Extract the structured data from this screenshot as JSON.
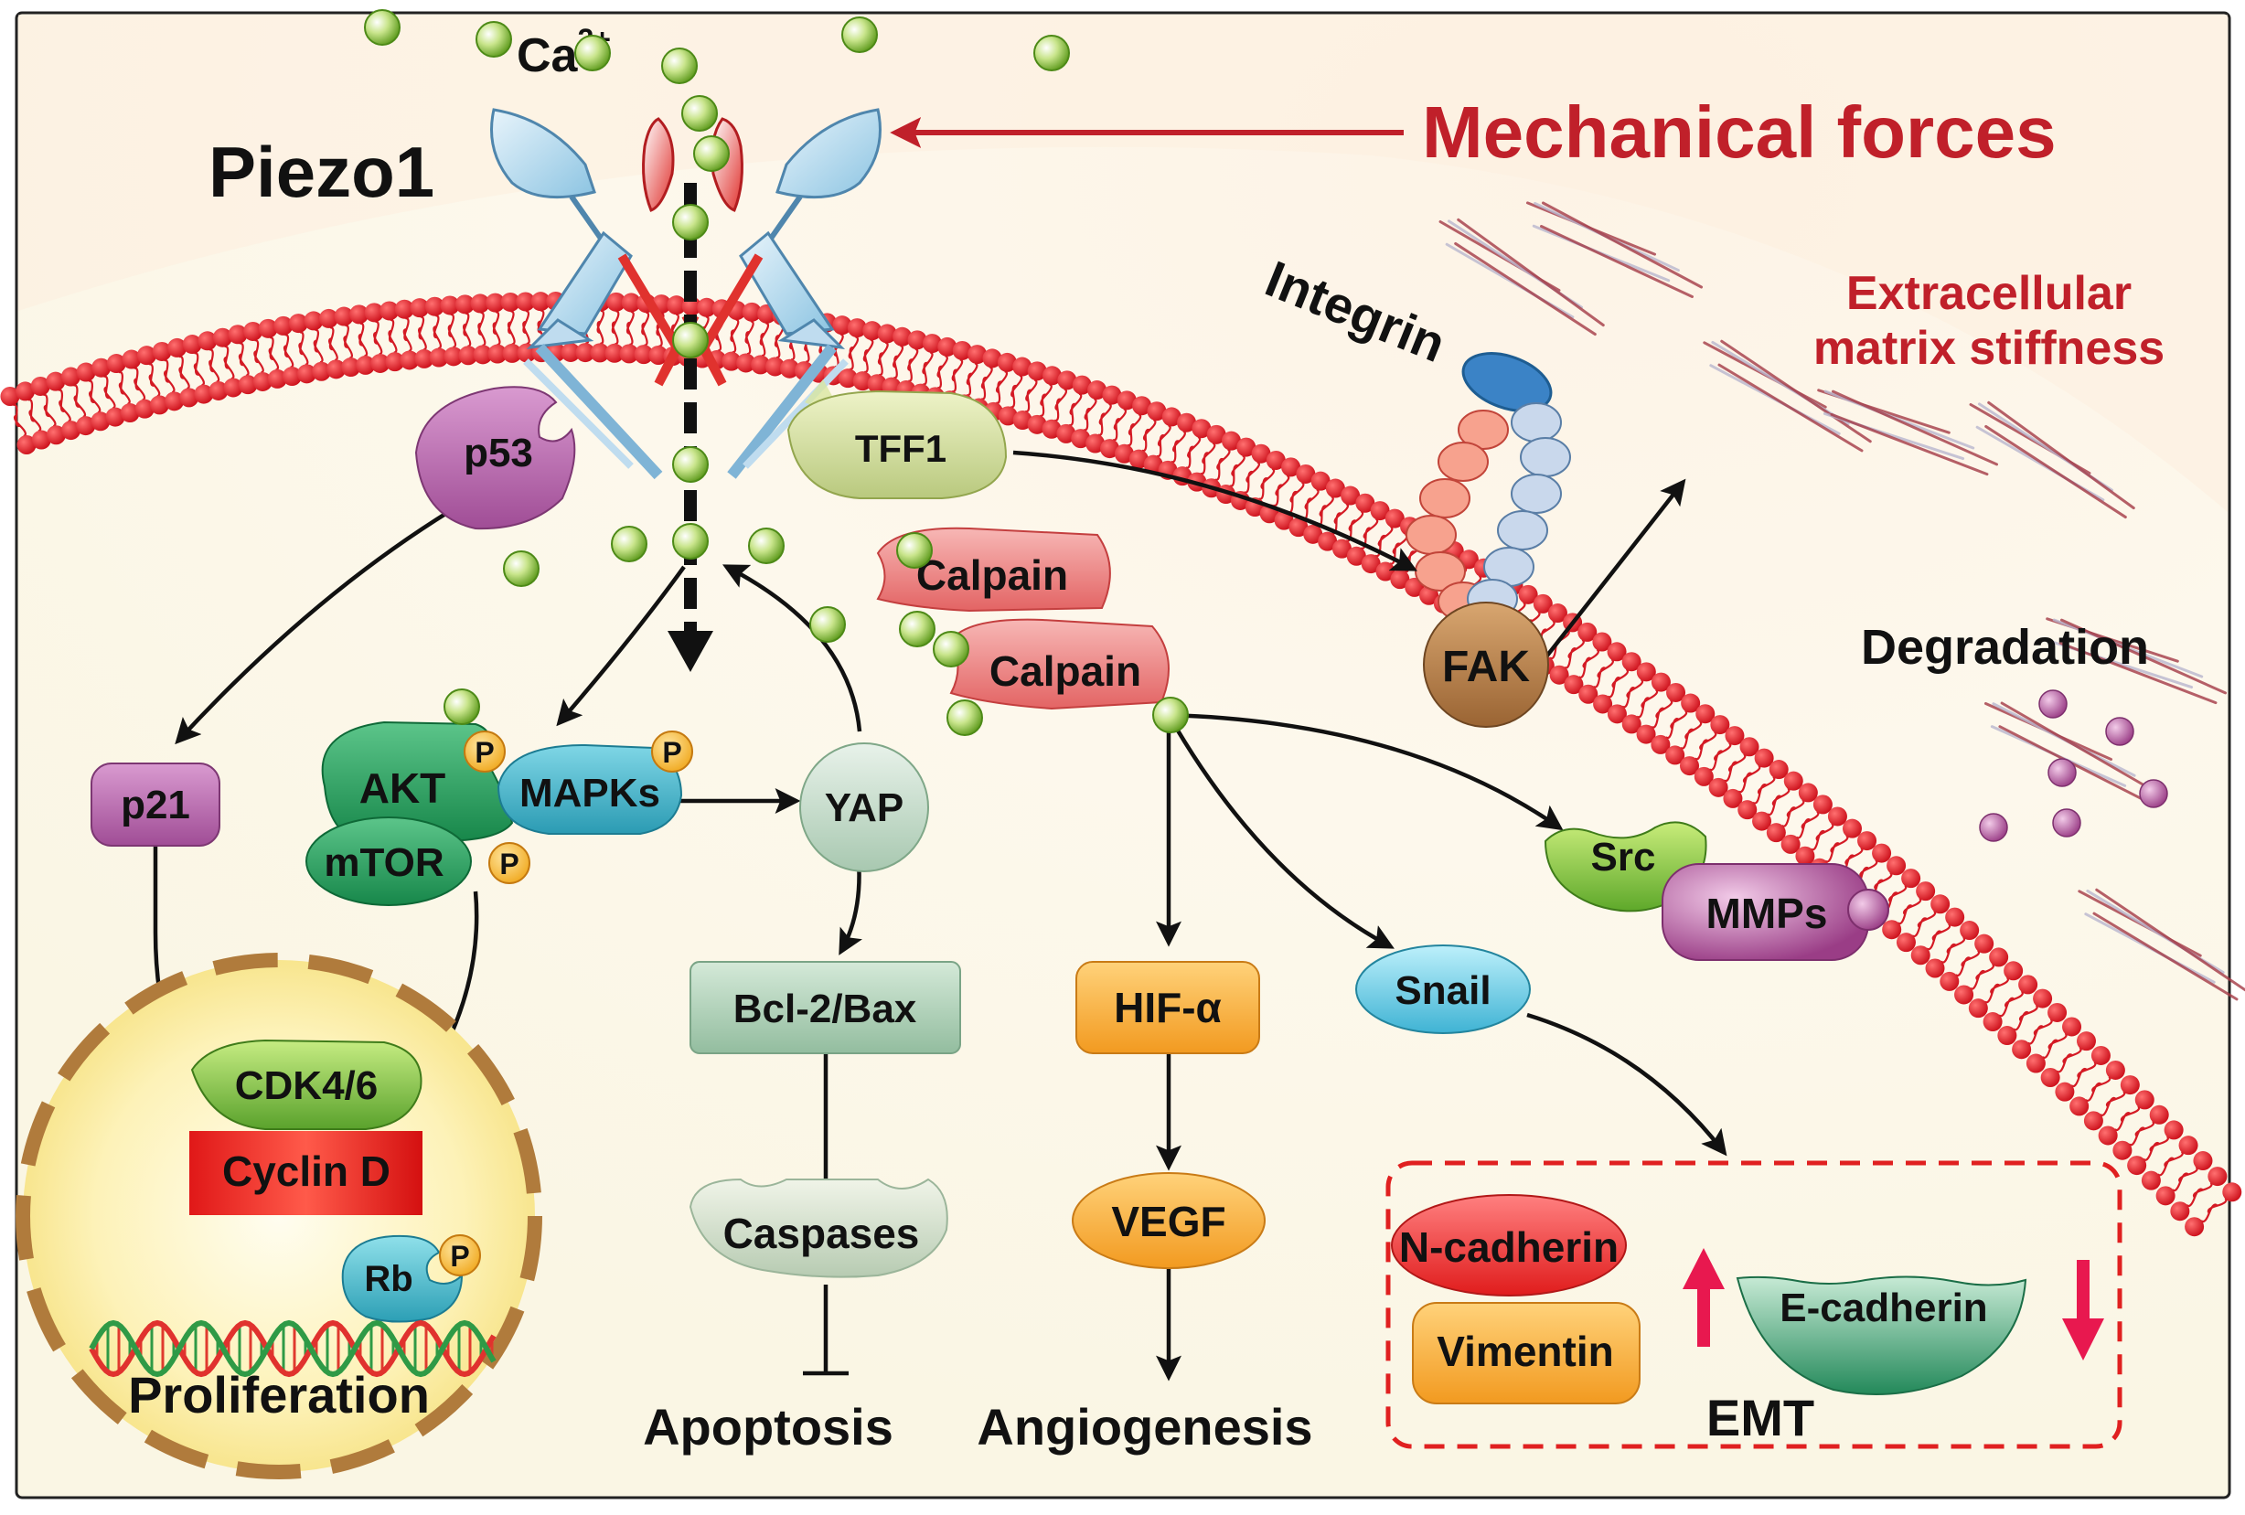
{
  "labels": {
    "ca": "Ca",
    "ca_sup": "2+",
    "piezo1": "Piezo1",
    "mechanical_forces": "Mechanical forces",
    "integrin": "Integrin",
    "ecm_line1": "Extracellular",
    "ecm_line2": "matrix stiffness",
    "degradation": "Degradation",
    "proliferation": "Proliferation",
    "apoptosis": "Apoptosis",
    "angiogenesis": "Angiogenesis",
    "emt": "EMT",
    "phospho": "P"
  },
  "nodes": {
    "p53": "p53",
    "tff1": "TFF1",
    "calpain1": "Calpain",
    "calpain2": "Calpain",
    "fak": "FAK",
    "p21": "p21",
    "akt": "AKT",
    "mtor": "mTOR",
    "mapks": "MAPKs",
    "yap": "YAP",
    "bcl2bax": "Bcl-2/Bax",
    "caspases": "Caspases",
    "hif": "HIF-α",
    "vegf": "VEGF",
    "src": "Src",
    "mmps": "MMPs",
    "snail": "Snail",
    "cdk46": "CDK4/6",
    "cyclind": "Cyclin D",
    "rb": "Rb",
    "ncadherin": "N-cadherin",
    "vimentin": "Vimentin",
    "ecadherin": "E-cadherin"
  },
  "colors": {
    "membrane": "#e0202a",
    "mechanical": "#c0202a",
    "ca_ion": "#8cc63f",
    "phospho": "#f7b733",
    "up_arrow": "#e8184f",
    "emt_box": "#e02020"
  },
  "icons": [
    "calcium-ion-icon",
    "phosphate-icon",
    "dna-helix-icon",
    "collagen-fiber-icon",
    "up-arrow-icon",
    "down-arrow-icon"
  ]
}
